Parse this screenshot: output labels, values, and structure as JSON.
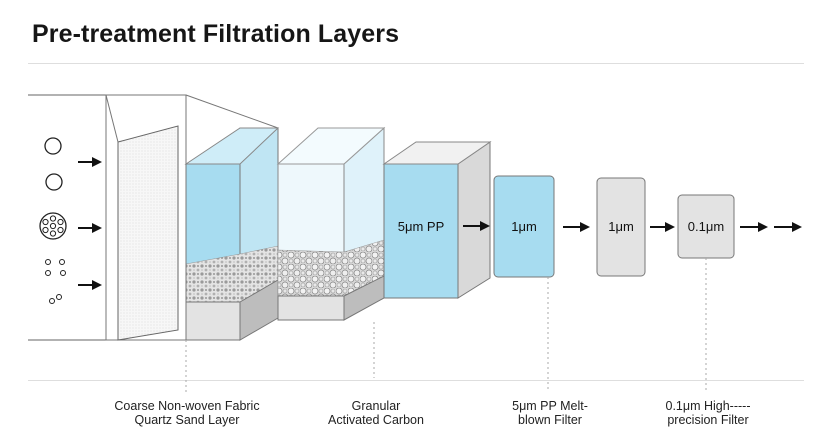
{
  "title": "Pre-treatment Filtration Layers",
  "stages": [
    {
      "text": "5μm PP"
    },
    {
      "text": "1μm"
    },
    {
      "text": "1μm"
    },
    {
      "text": "0.1μm"
    }
  ],
  "labels": {
    "fabric_line1": "Coarse Non-woven Fabric",
    "fabric_line2": "Quartz Sand Layer",
    "carbon_line1": "Granular",
    "carbon_line2": "Activated Carbon",
    "pp_line1": "5μm PP Melt-",
    "pp_line2": "blown Filter",
    "hp_line1": "0.1μm High-----",
    "hp_line2": "precision Filter"
  },
  "colors": {
    "water": "#a7dcf0",
    "water_light": "#cfedf8",
    "gray_box": "#e3e3e3",
    "gray_dark": "#bdbdbd",
    "arrow": "#111111"
  },
  "icons": [
    "large-particle-icon",
    "medium-particle-cluster-icon",
    "small-particles-icon",
    "flow-arrow-icon"
  ]
}
